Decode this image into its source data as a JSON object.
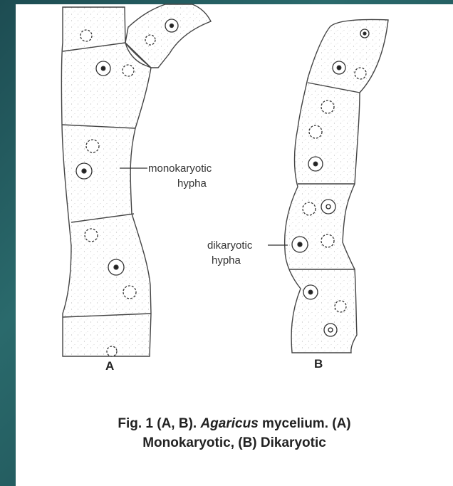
{
  "figure": {
    "panel_a_label": "A",
    "panel_b_label": "B",
    "label_mono_line1": "monokaryotic",
    "label_mono_line2": "hypha",
    "label_di_line1": "dikaryotic",
    "label_di_line2": "hypha",
    "caption": {
      "prefix": "Fig. 1 (A, B).",
      "genus": "Agaricus",
      "rest_line1": "mycelium. (A)",
      "line2": "Monokaryotic, (B) Dikaryotic"
    }
  }
}
